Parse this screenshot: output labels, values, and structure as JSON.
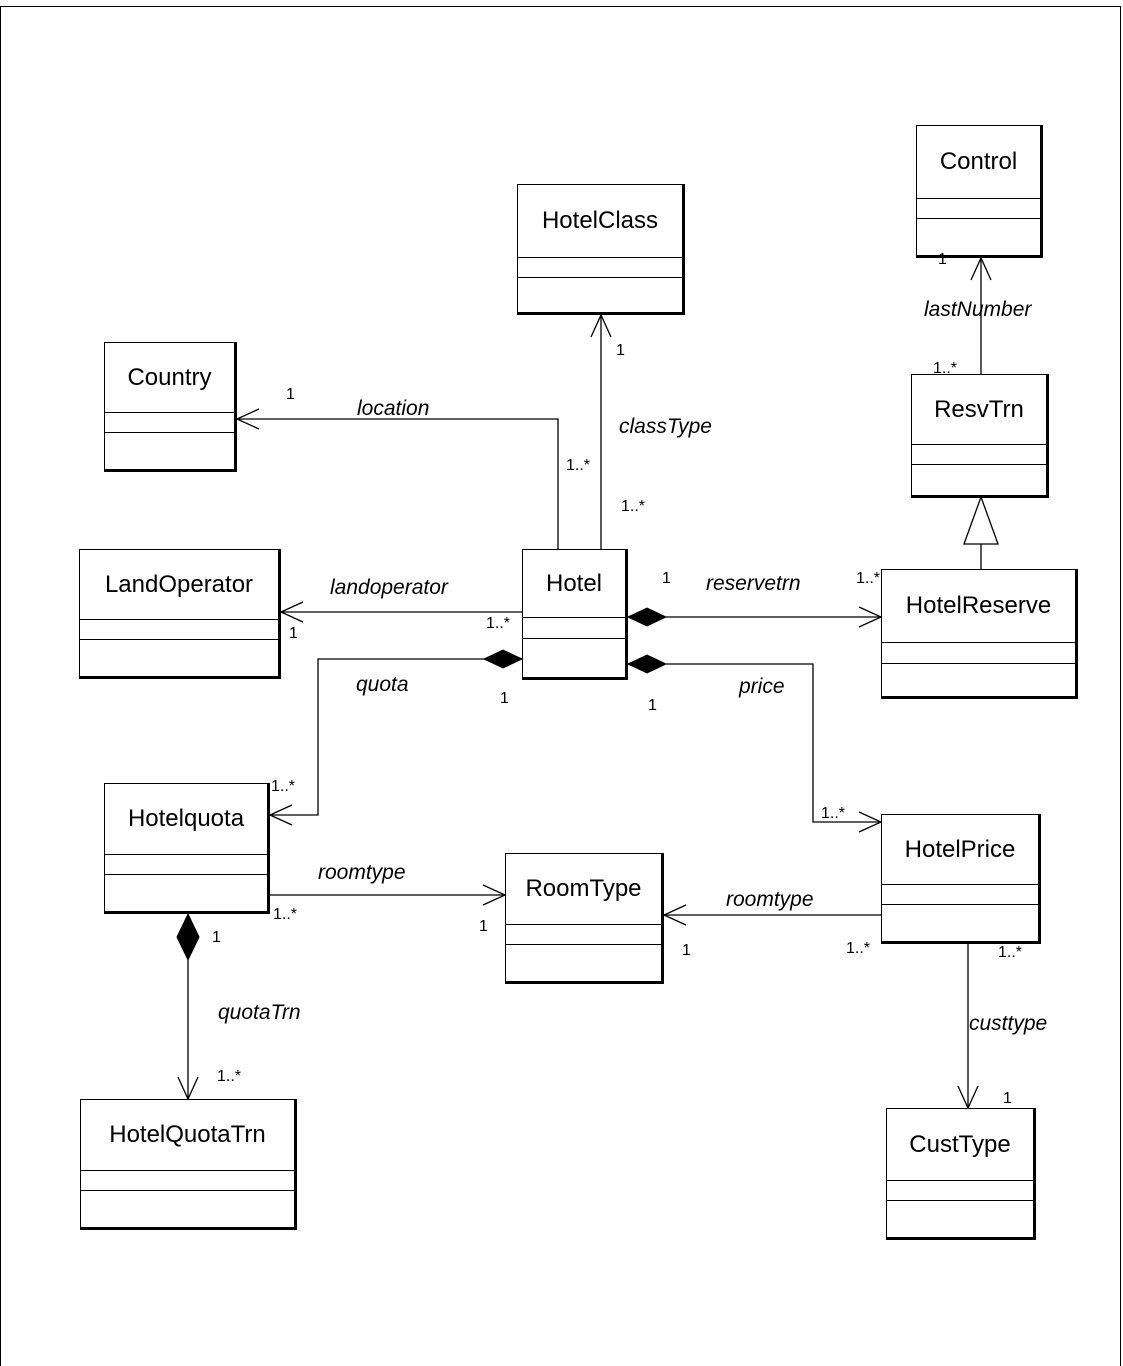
{
  "classes": {
    "control": "Control",
    "hotel_class": "HotelClass",
    "country": "Country",
    "resv_trn": "ResvTrn",
    "land_operator": "LandOperator",
    "hotel": "Hotel",
    "hotel_reserve": "HotelReserve",
    "hotel_quota": "Hotelquota",
    "room_type": "RoomType",
    "hotel_price": "HotelPrice",
    "hotel_quota_trn": "HotelQuotaTrn",
    "cust_type": "CustType"
  },
  "associations": {
    "last_number": "lastNumber",
    "location": "location",
    "class_type": "classType",
    "land_operator": "landoperator",
    "reservetrn": "reservetrn",
    "quota": "quota",
    "price": "price",
    "roomtype_quota": "roomtype",
    "roomtype_price": "roomtype",
    "quota_trn": "quotaTrn",
    "custtype": "custtype"
  },
  "multiplicities": {
    "control_1": "1",
    "resvtrn_many": "1..*",
    "hotelclass_1": "1",
    "country_1": "1",
    "hotel_location_many": "1..*",
    "hotel_class_many": "1..*",
    "hotel_reserve_1": "1",
    "hotelreserve_many": "1..*",
    "landoperator_1": "1",
    "hotel_land_many": "1..*",
    "hotel_quota_1": "1",
    "hotel_price_1": "1",
    "hotelquota_many": "1..*",
    "hotelprice_many": "1..*",
    "hotelquota_room_many": "1..*",
    "roomtype_quota_1": "1",
    "roomtype_price_1": "1",
    "hotelprice_room_many": "1..*",
    "hotelprice_cust_many": "1..*",
    "hotelquota_trn_1": "1",
    "hotelquotatrn_many": "1..*",
    "custtype_1": "1"
  }
}
